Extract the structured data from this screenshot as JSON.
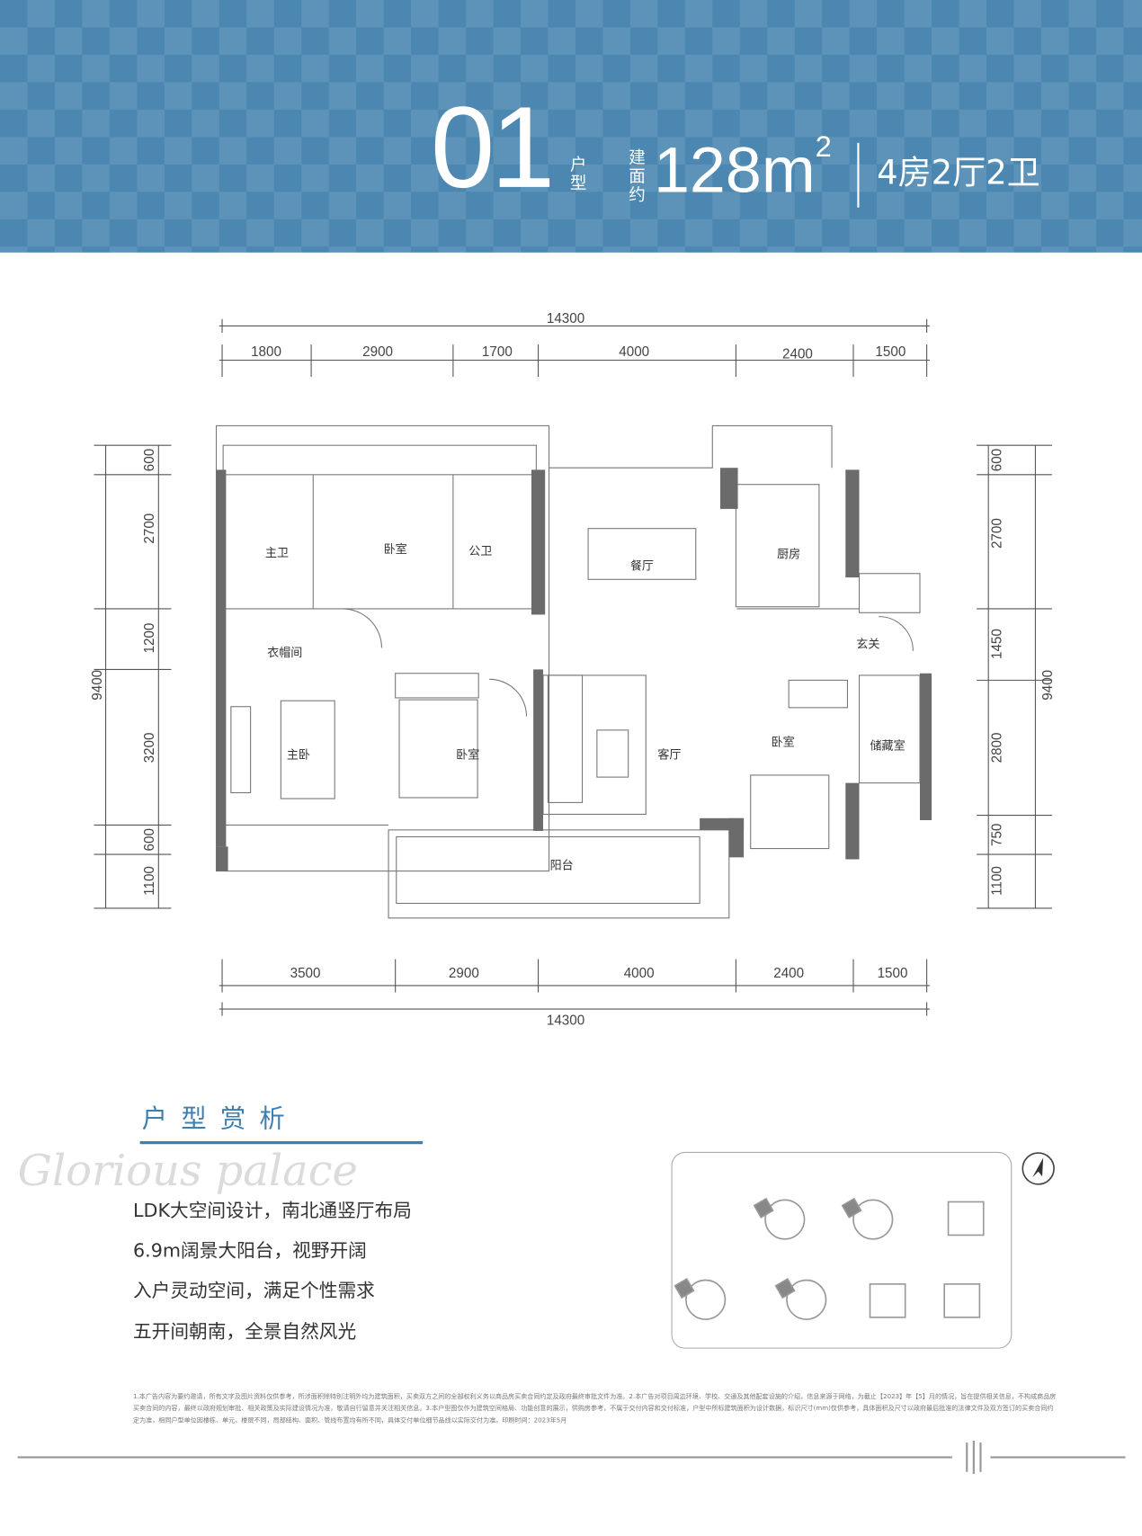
{
  "header": {
    "unit_number": "01",
    "unit_label": "户型",
    "area_label": "建面约",
    "area_value": "128m",
    "area_unit_sup": "2",
    "layout": "4房2厅2卫",
    "bg_color": "#4b87b1"
  },
  "plan": {
    "dims_top_total": "14300",
    "dims_top": [
      "1800",
      "2900",
      "1700",
      "4000",
      "2400",
      "1500"
    ],
    "dims_bottom": [
      "3500",
      "2900",
      "4000",
      "2400",
      "1500"
    ],
    "dims_bottom_total": "14300",
    "dims_left": [
      "600",
      "2700",
      "1200",
      "3200",
      "600",
      "1100"
    ],
    "dims_left_total": "9400",
    "dims_right": [
      "600",
      "2700",
      "1450",
      "2800",
      "750",
      "1100"
    ],
    "dims_right_total": "9400",
    "rooms": {
      "master_bath": "主卫",
      "bedroom_n": "卧室",
      "public_bath": "公卫",
      "dining": "餐厅",
      "kitchen": "厨房",
      "cloakroom": "衣帽间",
      "foyer": "玄关",
      "master_bed": "主卧",
      "bedroom_s": "卧室",
      "living": "客厅",
      "bedroom_e": "卧室",
      "storage": "储藏室",
      "balcony": "阳台"
    }
  },
  "analysis": {
    "title": "户型赏析",
    "script": "Glorious palace",
    "features": [
      "LDK大空间设计，南北通竖厅布局",
      "6.9m阔景大阳台，视野开阔",
      "入户灵动空间，满足个性需求",
      "五开间朝南，全景自然风光"
    ]
  },
  "disclaimer": "1.本广告内容为要约邀请，所有文字及图片资料仅供参考，所涉面积除特别注明外均为建筑面积，买卖双方之间的全部权利义务以商品房买卖合同约定及政府最终审批文件为准。2.本广告对项目周边环境、学校、交通及其他配套设施的介绍，信息来源于网络，为截止【2023】年【5】月的情况，旨在提供相关信息，不构成商品房买卖合同的内容，最终以政府规划审批、相关政策及实际建设情况为准，敬请自行留意并关注相关信息。3.本户型图仅作为建筑空间格局、功能创意的展示，供购房参考，不属于交付内容和交付标准，户型中所标建筑面积为设计数据，标识尺寸(mm)仅供参考，具体面积及尺寸以政府最后批准的法律文件及双方签订的买卖合同约定为准，相同户型单位因楼栋、单元、楼层不同，局部结构、面积、管线布置均有所不同，具体交付单位细节品线以实际交付为准。印刷时间：2023年5月"
}
